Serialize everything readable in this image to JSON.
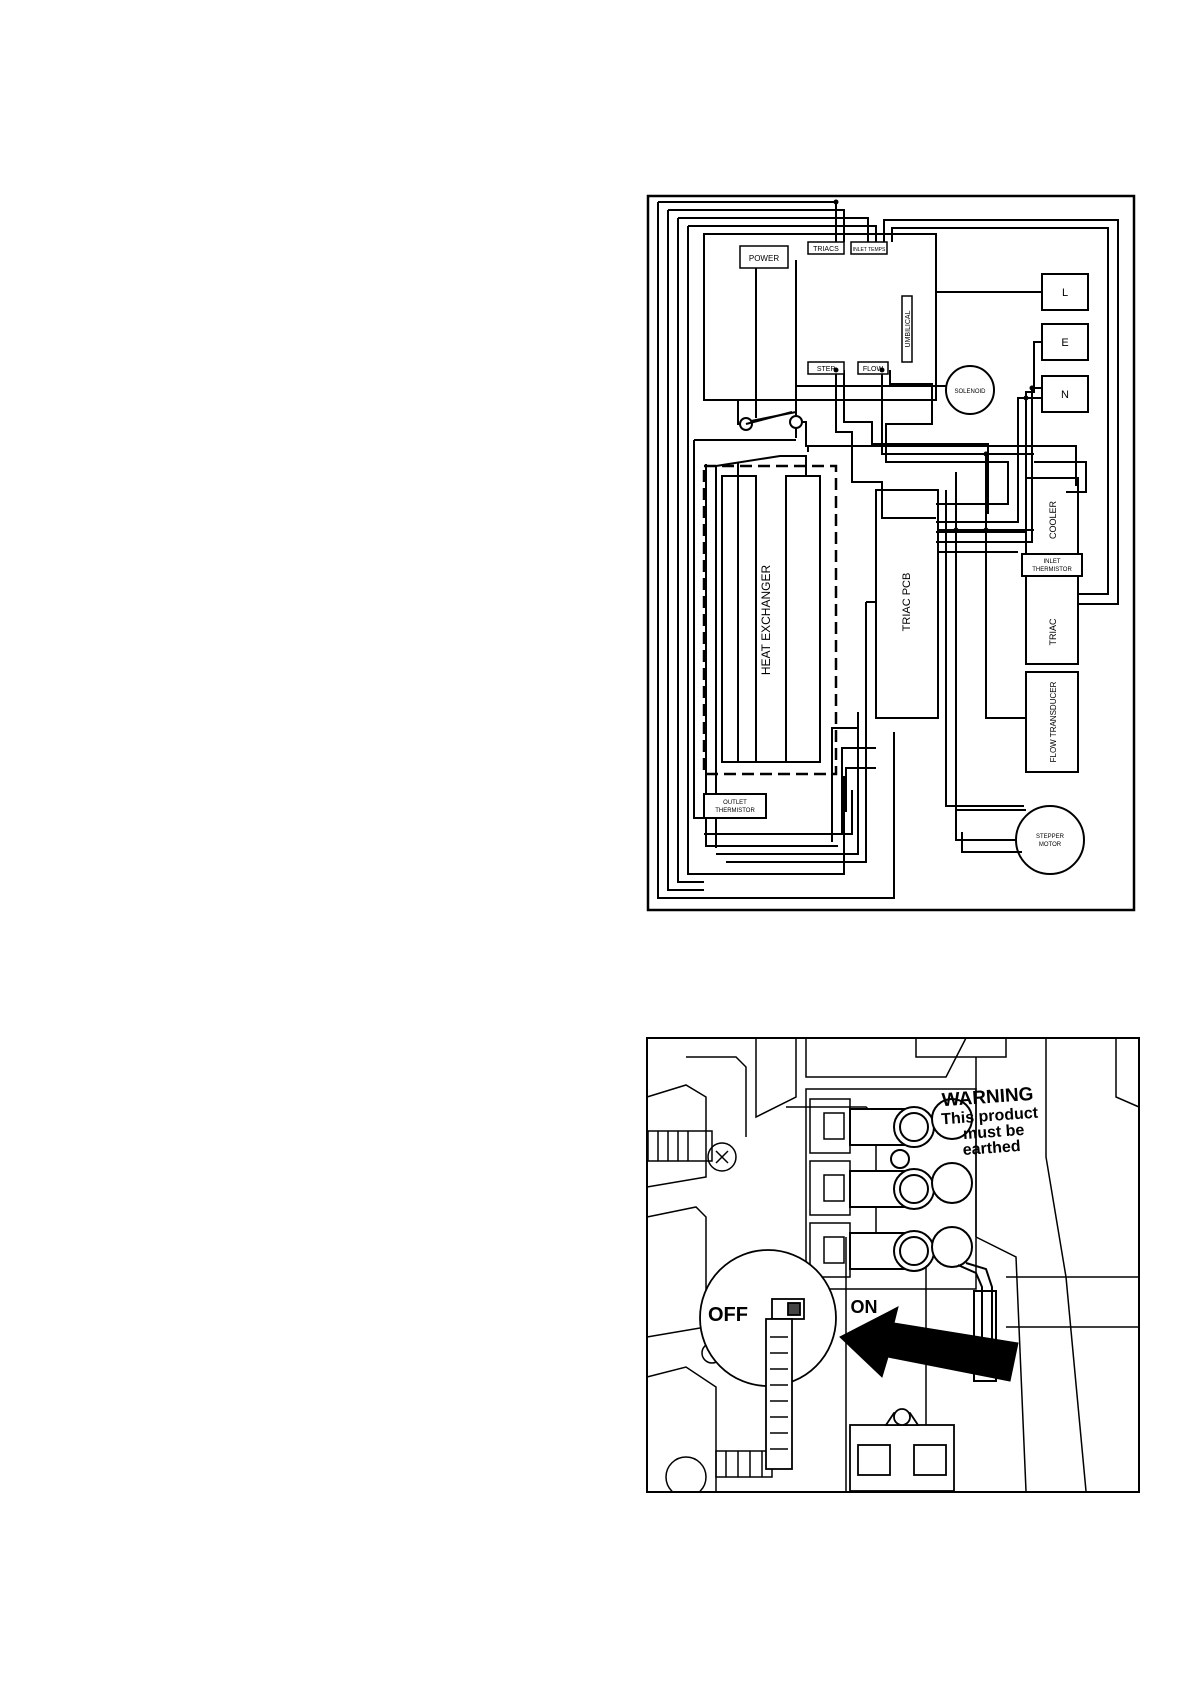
{
  "wiring_diagram": {
    "pcb_labels": {
      "power": "POWER",
      "triacs": "TRIACS",
      "inlet_temps": "INLET TEMPS",
      "umbilical": "UMBILICAL",
      "step": "STEP",
      "flow": "FLOW"
    },
    "terminals": {
      "live": "L",
      "earth": "E",
      "neutral": "N"
    },
    "components": {
      "solenoid": "SOLENOID",
      "heat_exchanger": "HEAT EXCHANGER",
      "triac_pcb": "TRIAC PCB",
      "cooler": "COOLER",
      "inlet_thermistor_line1": "INLET",
      "inlet_thermistor_line2": "THERMISTOR",
      "triac": "TRIAC",
      "flow_transducer": "FLOW TRANSDUCER",
      "outlet_thermistor_line1": "OUTLET",
      "outlet_thermistor_line2": "THERMISTOR",
      "stepper_motor_line1": "STEPPER",
      "stepper_motor_line2": "MOTOR"
    }
  },
  "switch_illustration": {
    "warning_line1": "WARNING",
    "warning_line2": "This product",
    "warning_line3": "must be",
    "warning_line4": "earthed",
    "off_label": "OFF",
    "on_label": "ON"
  }
}
